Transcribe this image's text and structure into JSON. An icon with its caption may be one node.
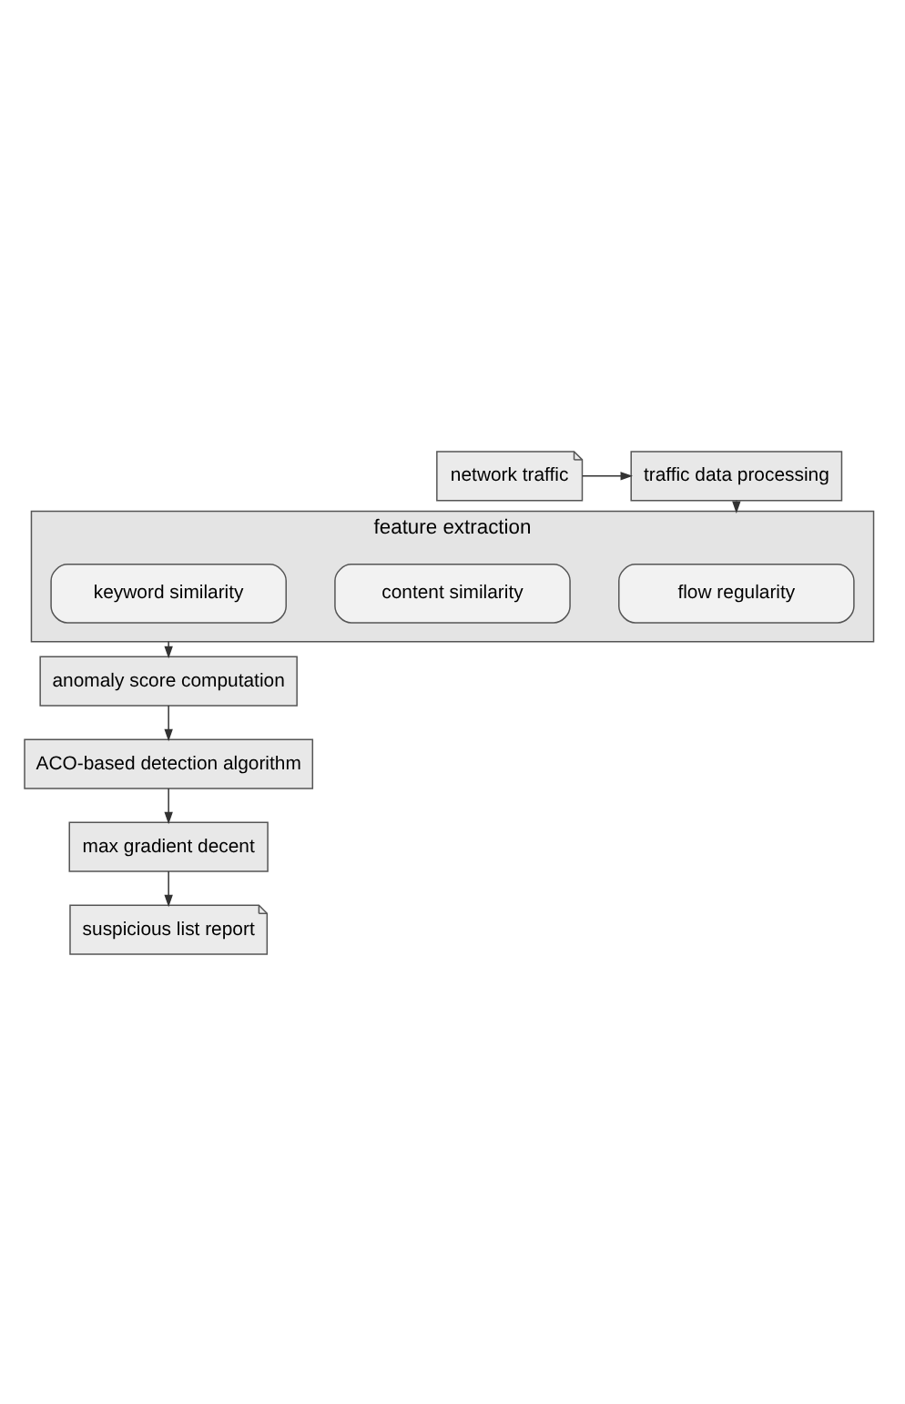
{
  "diagram": {
    "nodes": [
      {
        "text": [
          "network traffic"
        ]
      },
      {
        "text": [
          "traffic data processing"
        ]
      },
      {
        "text": [
          "feature extraction"
        ]
      },
      {
        "text": [
          "flow regularity"
        ],
        "in": 2
      },
      {
        "text": [
          "content similarity"
        ],
        "in": 2
      },
      {
        "text": [
          "keyword similarity"
        ],
        "in": 2
      },
      {
        "text": [
          "anomaly score computation"
        ]
      },
      {
        "text": [
          "ACO-based detection algorithm"
        ]
      },
      {
        "text": [
          "max gradient decent"
        ]
      },
      {
        "text": [
          "suspicious list report"
        ]
      }
    ],
    "edges": [
      {
        "from": 0,
        "to": 1,
        "arrow": "to"
      },
      {
        "from": 1,
        "to": 2,
        "arrow": "to"
      },
      {
        "from": 2,
        "to": 6,
        "arrow": "to"
      },
      {
        "from": 6,
        "to": 7,
        "arrow": "to"
      },
      {
        "from": 7,
        "to": 8,
        "arrow": "to"
      },
      {
        "from": 8,
        "to": 9,
        "arrow": "to"
      }
    ]
  }
}
